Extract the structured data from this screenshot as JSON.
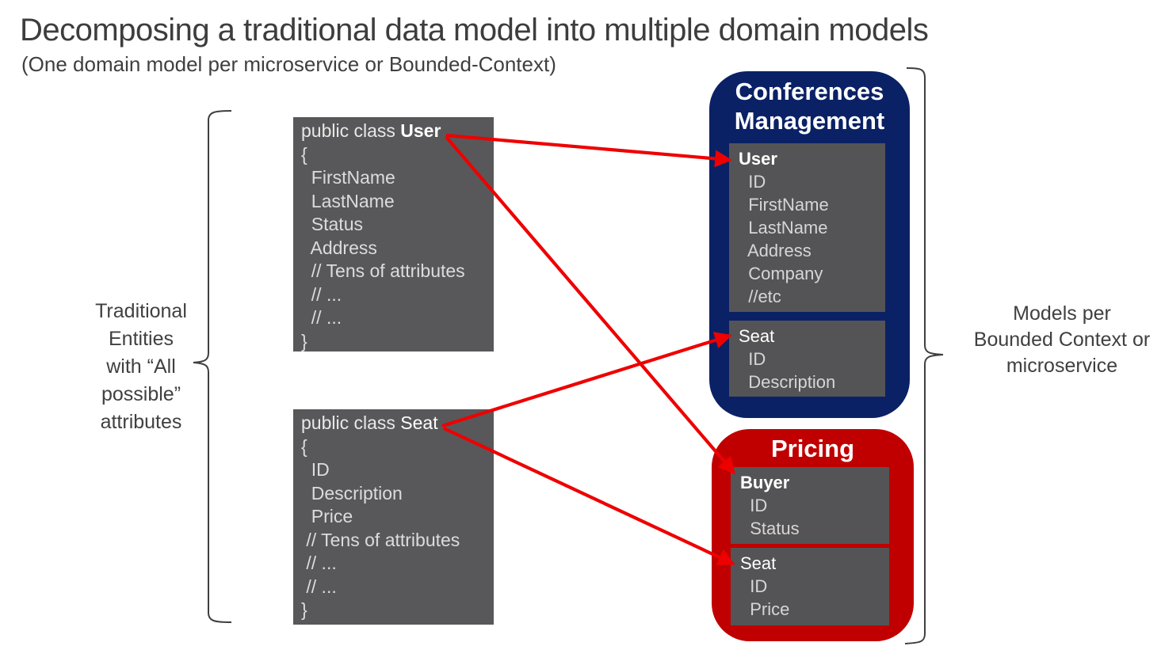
{
  "title": "Decomposing a traditional data model into multiple domain models",
  "subtitle": "(One domain model per microservice or Bounded-Context)",
  "left_label": {
    "lines": [
      "Traditional",
      "Entities",
      "with “All",
      "possible”",
      "attributes"
    ]
  },
  "right_label": {
    "lines": [
      "Models per",
      "Bounded Context or",
      "microservice"
    ]
  },
  "class_user": {
    "keyword": "public class ",
    "name": "User",
    "lines": [
      "{",
      "  FirstName",
      "  LastName",
      "  Status",
      "  Address",
      "  // Tens of attributes",
      "  // ...",
      "  // ...",
      "}"
    ]
  },
  "class_seat": {
    "keyword": "public class ",
    "name": "Seat",
    "lines": [
      "{",
      "  ID",
      "  Description",
      "  Price",
      " // Tens of attributes",
      " // ...",
      " // ...",
      "}"
    ]
  },
  "conferences": {
    "title": "Conferences Management",
    "user": {
      "title": "User",
      "attrs": [
        "  ID",
        "  FirstName",
        "  LastName",
        "  Address",
        "  Company",
        "  //etc"
      ]
    },
    "seat": {
      "title": "Seat",
      "attrs": [
        "  ID",
        "  Description"
      ]
    }
  },
  "pricing": {
    "title": "Pricing",
    "buyer": {
      "title": "Buyer",
      "attrs": [
        "  ID",
        "  Status"
      ]
    },
    "seat": {
      "title": "Seat",
      "attrs": [
        "  ID",
        "  Price"
      ]
    }
  },
  "arrows": [
    {
      "from": "class User",
      "to": "Conferences Management / User"
    },
    {
      "from": "class User",
      "to": "Pricing / Buyer"
    },
    {
      "from": "class Seat",
      "to": "Conferences Management / Seat"
    },
    {
      "from": "class Seat",
      "to": "Pricing / Seat"
    }
  ],
  "colors": {
    "navy": "#0a2166",
    "red": "#c00000",
    "arrow_red": "#ee0000",
    "box_gray": "#58585a",
    "entity_gray": "#545456",
    "text_dark": "#3d3d3d"
  }
}
